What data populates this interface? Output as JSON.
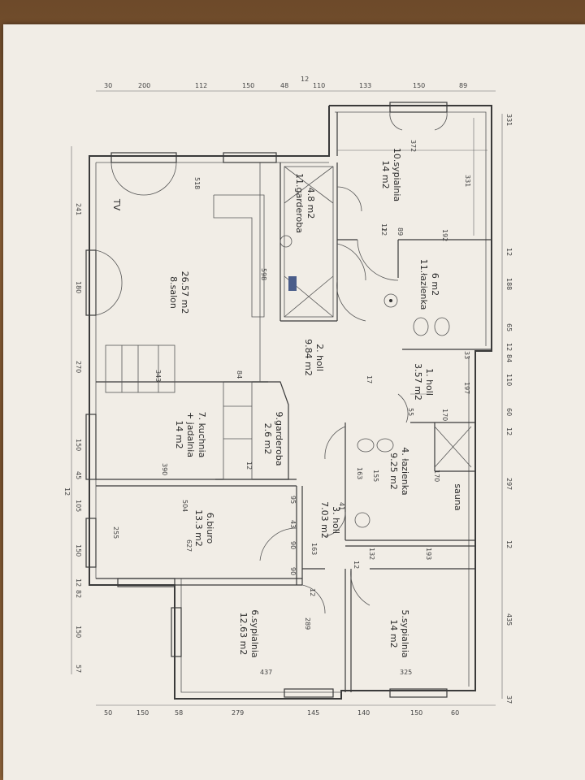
{
  "rooms": {
    "r1_name": "1. holl",
    "r1_area": "3.57 m2",
    "r2_name": "2. holl",
    "r2_area": "9.84 m2",
    "r3_name": "3. holl",
    "r3_area": "7.03 m2",
    "r4_name": "4. łazienka",
    "r4_area": "9.25 m2",
    "r5_name": "5.sypialnia",
    "r5_area": "14 m2",
    "r6a_name": "6.sypialnia",
    "r6a_area": "12.63 m2",
    "r6b_name": "6.biuro",
    "r6b_area": "13.3 m2",
    "r7_name": "7. kuchnia",
    "r7_name2": "+ jadalnia",
    "r7_area": "14 m2",
    "r8_name": "8.salon",
    "r8_area": "26.57 m2",
    "r9_name": "9.garderoba",
    "r9_area": "2.6 m2",
    "r10_name": "10.sypialnia",
    "r10_area": "14 m2",
    "r11a_name": "11.garderoba",
    "r11a_area": "4.8 m2",
    "r11b_name": "11.łazienka",
    "r11b_area": "6 m2",
    "sauna": "sauna",
    "tv": "TV"
  },
  "dims_top": [
    "30",
    "200",
    "112",
    "150",
    "48",
    "12",
    "110",
    "133",
    "150",
    "89"
  ],
  "dims_bottom": [
    "50",
    "150",
    "58",
    "279",
    "145",
    "140",
    "150",
    "60"
  ],
  "dims_left": [
    "241",
    "180",
    "270",
    "150",
    "45",
    "12",
    "105",
    "150",
    "12",
    "82",
    "150",
    "57"
  ],
  "dims_right": [
    "331",
    "12",
    "188",
    "65",
    "12",
    "84",
    "110",
    "60",
    "12",
    "297",
    "12",
    "435",
    "37"
  ],
  "dims_inner": [
    "518",
    "372",
    "331",
    "12",
    "89",
    "192",
    "598",
    "33",
    "197",
    "170",
    "343",
    "84",
    "17",
    "390",
    "163",
    "155",
    "170",
    "95",
    "504",
    "41",
    "43",
    "90",
    "163",
    "132",
    "193",
    "627",
    "255",
    "90",
    "12",
    "289",
    "437",
    "325",
    "55",
    "12",
    "12",
    "12"
  ]
}
